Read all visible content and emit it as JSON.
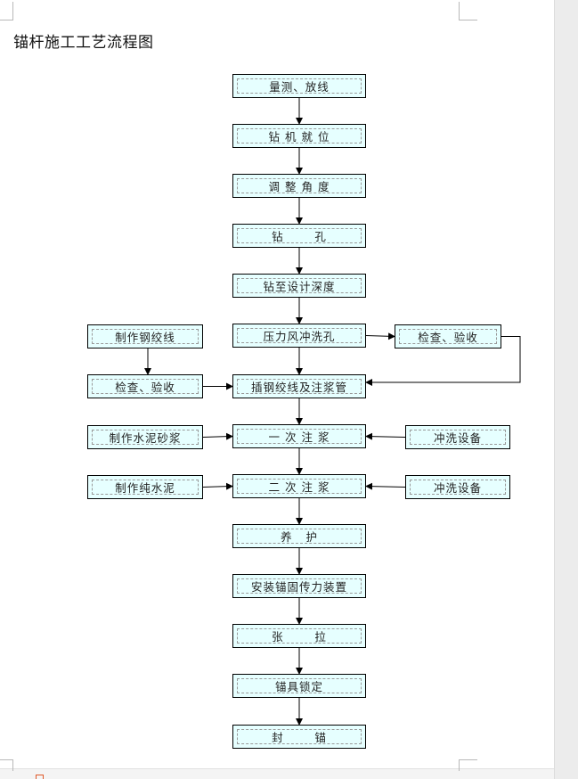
{
  "document": {
    "title": "锚杆施工工艺流程图"
  },
  "flowchart": {
    "main_steps": [
      {
        "id": "s1",
        "label": "量测、放线"
      },
      {
        "id": "s2",
        "label": "钻 机 就 位"
      },
      {
        "id": "s3",
        "label": "调 整 角 度"
      },
      {
        "id": "s4",
        "label": "钻       孔"
      },
      {
        "id": "s5",
        "label": "钻至设计深度"
      },
      {
        "id": "s6",
        "label": "压力风冲洗孔"
      },
      {
        "id": "s7",
        "label": "插钢绞线及注浆管"
      },
      {
        "id": "s8",
        "label": "一 次 注 浆"
      },
      {
        "id": "s9",
        "label": "二 次 注 浆"
      },
      {
        "id": "s10",
        "label": "养   护"
      },
      {
        "id": "s11",
        "label": "安装锚固传力装置"
      },
      {
        "id": "s12",
        "label": "张       拉"
      },
      {
        "id": "s13",
        "label": "锚具锁定"
      },
      {
        "id": "s14",
        "label": "封       锚"
      }
    ],
    "left_steps": [
      {
        "id": "l1",
        "label": "制作钢绞线"
      },
      {
        "id": "l2",
        "label": "检查、验收"
      },
      {
        "id": "l3",
        "label": "制作水泥砂浆"
      },
      {
        "id": "l4",
        "label": "制作纯水泥"
      }
    ],
    "right_steps": [
      {
        "id": "r1",
        "label": "检查、验收"
      },
      {
        "id": "r2",
        "label": "冲洗设备"
      },
      {
        "id": "r3",
        "label": "冲洗设备"
      }
    ],
    "colors": {
      "box_fill": "#e6ffff",
      "box_border": "#000000",
      "arrow": "#000000"
    }
  }
}
